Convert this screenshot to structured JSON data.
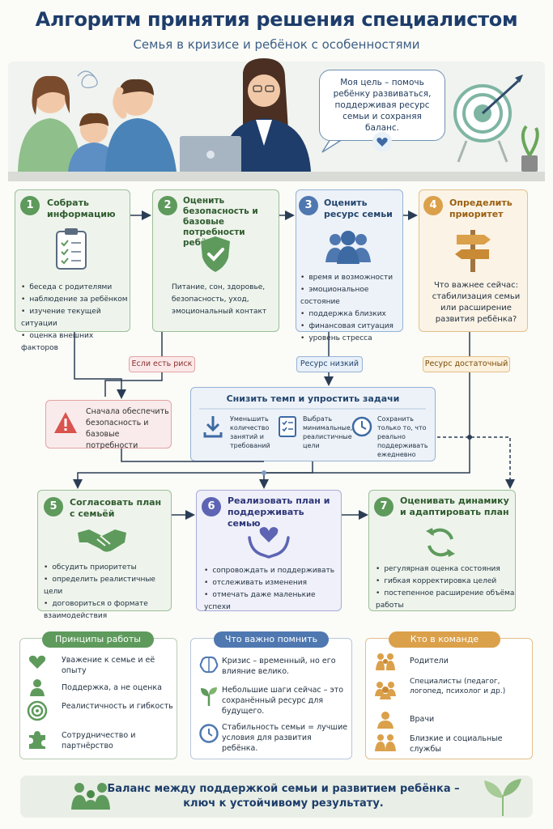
{
  "header": {
    "title": "Алгоритм принятия решения специалистом",
    "subtitle": "Семья в кризисе и ребёнок с особенностями"
  },
  "bubble": {
    "text": "Моя цель – помочь ребёнку развиваться, поддерживая ресурс семьи и сохраняя баланс."
  },
  "steps": [
    {
      "num": "1",
      "title": "Собрать информацию",
      "bullets": [
        "беседа с родителями",
        "наблюдение за ребёнком",
        "изучение текущей ситуации",
        "оценка внешних факторов"
      ]
    },
    {
      "num": "2",
      "title": "Оценить безопасность и базовые потребности ребёнка",
      "text": "Питание, сон, здоровье, безопасность, уход, эмоциональный контакт"
    },
    {
      "num": "3",
      "title": "Оценить ресурс семьи",
      "bullets": [
        "время и возможности",
        "эмоциональное состояние",
        "поддержка близких",
        "финансовая ситуация",
        "уровень стресса"
      ]
    },
    {
      "num": "4",
      "title": "Определить приоритет",
      "text": "Что важнее сейчас: стабилизация семьи или расширение развития ребёнка?"
    },
    {
      "num": "5",
      "title": "Согласовать план с семьёй",
      "bullets": [
        "обсудить приоритеты",
        "определить реалистичные цели",
        "договориться о формате взаимодействия"
      ]
    },
    {
      "num": "6",
      "title": "Реализовать план и поддерживать семью",
      "bullets": [
        "сопровождать и поддерживать",
        "отслеживать изменения",
        "отмечать даже маленькие успехи"
      ]
    },
    {
      "num": "7",
      "title": "Оценивать динамику и адаптировать план",
      "bullets": [
        "регулярная оценка состояния",
        "гибкая корректировка целей",
        "постепенное расширение объёма работы"
      ]
    }
  ],
  "tags": {
    "risk": "Если есть риск",
    "low": "Ресурс низкий",
    "enough": "Ресурс достаточный"
  },
  "safety": {
    "text": "Сначала обеспечить безопасность и базовые потребности"
  },
  "reduce": {
    "title": "Снизить темп и упростить задачи",
    "items": [
      "Уменьшить количество занятий и требований",
      "Выбрать минимальные, реалистичные цели",
      "Сохранить только то, что реально поддерживать ежедневно"
    ]
  },
  "principles": {
    "title": "Принципы работы",
    "items": [
      "Уважение к семье и её опыту",
      "Поддержка, а не оценка",
      "Реалистичность и гибкость",
      "Сотрудничество и партнёрство"
    ]
  },
  "remember": {
    "title": "Что важно помнить",
    "items": [
      "Кризис – временный, но его влияние велико.",
      "Небольшие шаги сейчас – это сохранённый ресурс для будущего.",
      "Стабильность семьи = лучшие условия для развития ребёнка."
    ]
  },
  "team": {
    "title": "Кто в команде",
    "items": [
      "Родители",
      "Специалисты (педагог, логопед, психолог и др.)",
      "Врачи",
      "Близкие и социальные службы"
    ]
  },
  "footer": {
    "text": "Баланс между поддержкой семьи и развитием ребёнка – ключ к устойчивому результату."
  },
  "colors": {
    "green": "#5e9a5c",
    "blue": "#4f78b0",
    "orange": "#dba04a",
    "purple": "#5c64b3",
    "red": "#d9534f",
    "navy": "#1d3d6b"
  }
}
